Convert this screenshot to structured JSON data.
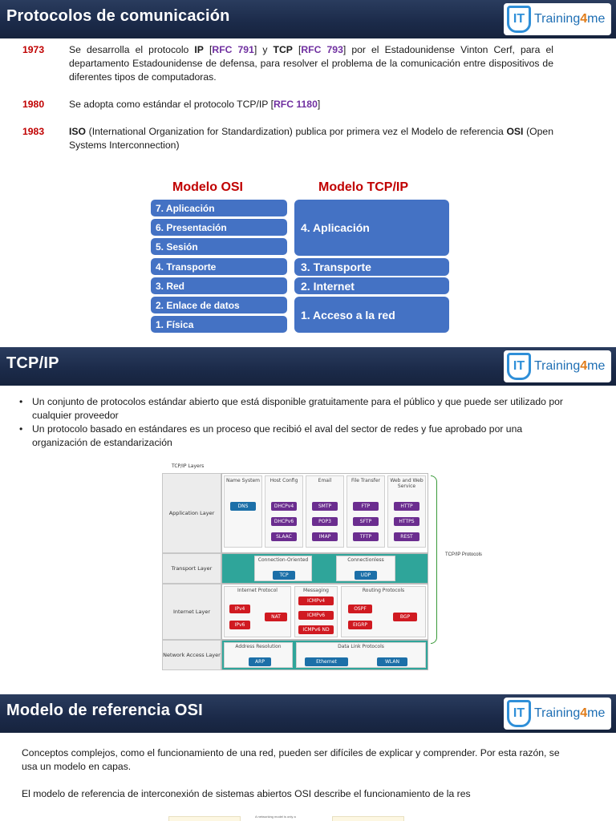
{
  "logo": {
    "badge": "IT",
    "word_a": "Training",
    "word_b": "4",
    "word_c": "me"
  },
  "section1": {
    "title": "Protocolos de comunicación",
    "events": [
      {
        "year": "1973",
        "parts": [
          "Se desarrolla el protocolo ",
          "IP",
          " [",
          "RFC 791",
          "] y ",
          "TCP",
          " [",
          "RFC 793",
          "] por el Estadounidense Vinton Cerf, para el departamento Estadounidense de defensa, para resolver el problema de la comunicación entre dispositivos de diferentes tipos de computadoras."
        ]
      },
      {
        "year": "1980",
        "parts": [
          "Se adopta como estándar el protocolo TCP/IP [",
          "RFC 1180",
          "]"
        ]
      },
      {
        "year": "1983",
        "parts": [
          "ISO",
          " (International Organization for Standardization) publica por primera vez el Modelo de referencia ",
          "OSI",
          " (Open Systems Interconnection)"
        ]
      }
    ],
    "osi_title": "Modelo OSI",
    "tcpip_title": "Modelo TCP/IP",
    "osi_layers": [
      "7. Aplicación",
      "6. Presentación",
      "5. Sesión",
      "4. Transporte",
      "3. Red",
      "2. Enlace de datos",
      "1. Física"
    ],
    "tcpip_layers": [
      "4. Aplicación",
      "3. Transporte",
      "2. Internet",
      "1. Acceso a la red"
    ],
    "colors": {
      "layer_blue": "#4472c4",
      "year_red": "#c00000",
      "rfc_purple": "#7030a0"
    }
  },
  "section2": {
    "title": "TCP/IP",
    "bullets": [
      "Un conjunto de protocolos estándar abierto que está disponible gratuitamente para el público y que puede ser utilizado por cualquier proveedor",
      "Un protocolo basado en estándares es un proceso que recibió el aval del sector de redes y fue aprobado por una organización de estandarización"
    ],
    "diagram": {
      "caption": "TCP/IP Layers",
      "layers": [
        "Application Layer",
        "Transport Layer",
        "Internet Layer",
        "Network Access Layer"
      ],
      "app_columns": [
        {
          "header": "Name System",
          "items": [
            "DNS"
          ]
        },
        {
          "header": "Host Config",
          "items": [
            "DHCPv4",
            "DHCPv6",
            "SLAAC"
          ]
        },
        {
          "header": "Email",
          "items": [
            "SMTP",
            "POP3",
            "IMAP"
          ]
        },
        {
          "header": "File Transfer",
          "items": [
            "FTP",
            "SFTP",
            "TFTP"
          ]
        },
        {
          "header": "Web and Web Service",
          "items": [
            "HTTP",
            "HTTPS",
            "REST"
          ]
        }
      ],
      "transport": {
        "left_header": "Connection-Oriented",
        "left_item": "TCP",
        "right_header": "Connectionless",
        "right_item": "UDP"
      },
      "internet": {
        "ip_header": "Internet Protocol",
        "ip_items": [
          "IPv4",
          "IPv6",
          "NAT"
        ],
        "msg_header": "Messaging",
        "msg_items": [
          "ICMPv4",
          "ICMPv6",
          "ICMPv6 ND"
        ],
        "rt_header": "Routing Protocols",
        "rt_items": [
          "OSPF",
          "EIGRP",
          "BGP"
        ]
      },
      "access": {
        "ar_header": "Address Resolution",
        "ar_item": "ARP",
        "dl_header": "Data Link Protocols",
        "dl_items": [
          "Ethernet",
          "WLAN"
        ]
      },
      "bracket_label": "TCP/IP Protocols"
    }
  },
  "section3": {
    "title": "Modelo de referencia OSI",
    "paragraphs": [
      "Conceptos complejos, como el funcionamiento de una red, pueden ser difíciles de explicar y comprender. Por esta razón, se usa un modelo en capas.",
      "El modelo de referencia de interconexión de sistemas abiertos OSI describe el funcionamiento de la res"
    ],
    "stub_text": "A networking model is only a"
  }
}
